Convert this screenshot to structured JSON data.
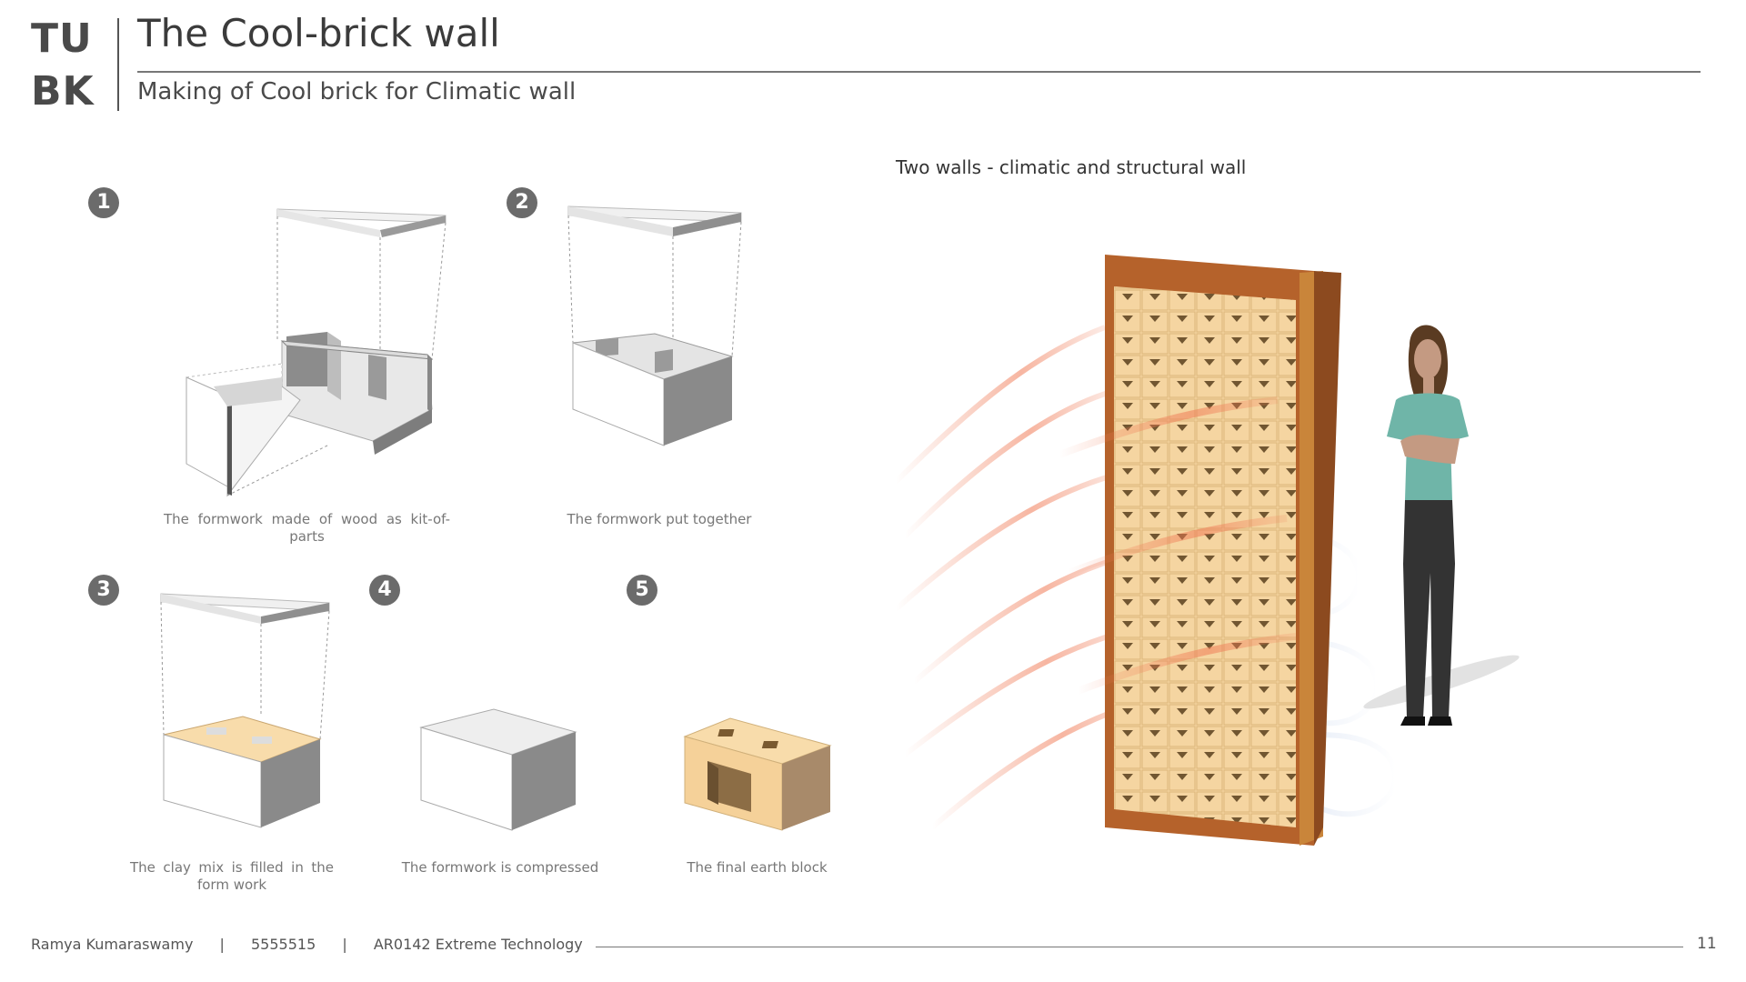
{
  "header": {
    "logo_line1": "TU",
    "logo_line2": "BK",
    "title": "The Cool-brick wall",
    "subtitle": "Making of Cool brick for Climatic wall"
  },
  "steps": [
    {
      "number": "1",
      "caption": "The formwork made of wood as kit-of-parts"
    },
    {
      "number": "2",
      "caption": "The formwork put together"
    },
    {
      "number": "3",
      "caption": "The clay mix is filled in the form work"
    },
    {
      "number": "4",
      "caption": "The formwork is compressed"
    },
    {
      "number": "5",
      "caption": "The final earth block"
    }
  ],
  "wall_illustration": {
    "heading": "Two walls - climatic and structural wall"
  },
  "footer": {
    "author": "Ramya Kumaraswamy",
    "separator": "|",
    "student_id": "5555515",
    "course": "AR0142 Extreme Technology",
    "page_number": "11"
  },
  "colors": {
    "text": "#3a3a3a",
    "badge": "#6b6b6b",
    "brick": "#f6d9a8",
    "wall_frame": "#b5622b",
    "hot_air": "#f07a55",
    "cool_air": "#7f9fd6"
  }
}
